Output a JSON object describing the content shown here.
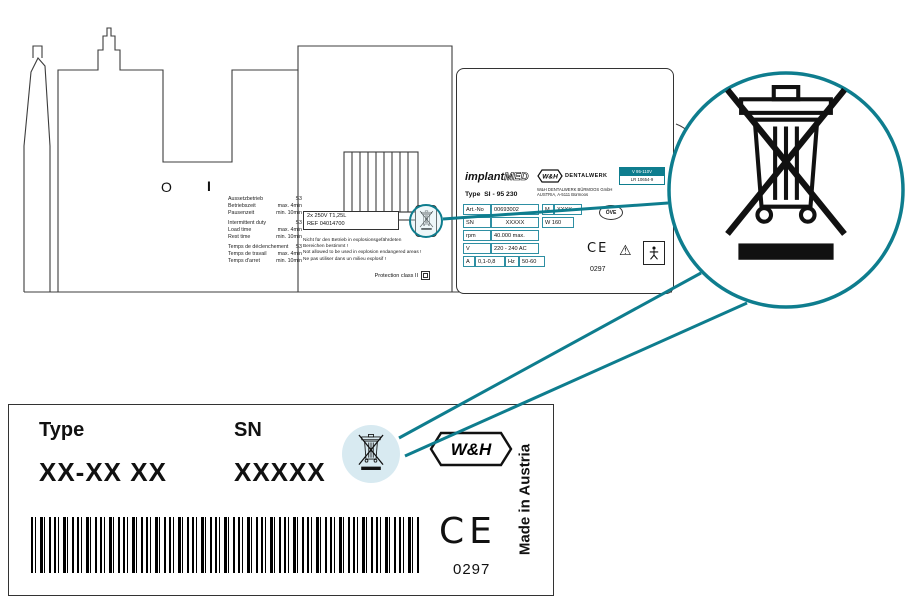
{
  "colors": {
    "teal": "#0e7d8e",
    "teal_light": "#d8eaf1",
    "line": "#3c3c3c"
  },
  "device": {
    "power_off": "O",
    "power_on": "I",
    "duty": {
      "groups": [
        {
          "rows": [
            [
              "Aussetzbetrieb",
              "S3"
            ],
            [
              "Betriebszeit",
              "max. 4min"
            ],
            [
              "Pausenzeit",
              "min. 10min"
            ]
          ]
        },
        {
          "rows": [
            [
              "Intermittent duty",
              "S3"
            ],
            [
              "Load time",
              "max. 4min"
            ],
            [
              "Rest time",
              "min. 10min"
            ]
          ]
        },
        {
          "rows": [
            [
              "Temps de déclenchement",
              "S3"
            ],
            [
              "Temps de travail",
              "max. 4min"
            ],
            [
              "Temps d'arret",
              "min. 10min"
            ]
          ]
        }
      ]
    },
    "fuse": {
      "line1": "2x  250V  T1,25L",
      "line2": "REF 04014700"
    },
    "warning": {
      "lines": [
        "Nicht für den Betrieb in explosionsgefährdeten",
        "Bereichen bestimmt !",
        "Not allowed to be used in explosion endangered areas !",
        "Ne pas utiliser dans un milieu explosif !"
      ],
      "protection": "Protection class II"
    }
  },
  "plate": {
    "brand": {
      "implant": "implant",
      "med": "MED",
      "wh": "W&H",
      "dentalwerk": "DENTALWERK"
    },
    "type_label": "Type",
    "type_value": "SI - 95 230",
    "address1": "W&H DENTALWERK BÜRMOOS GmbH",
    "address2": "AUSTRIA, A-5111 Bürmoos",
    "corner1": "V 95-110V",
    "corner2": "LR 10654-9",
    "rows": {
      "artno_label": "Art.-No",
      "artno_value": "00693002",
      "date_symbol": "M",
      "date_value": "XXXX",
      "sn_label": "SN",
      "sn_value": "XXXXX",
      "power": "W 160",
      "rpm_label": "rpm",
      "rpm_value": "40.000 max.",
      "v_label": "V",
      "v_value": "220 - 240 AC",
      "a_label": "A",
      "a_value": "0,1-0,8",
      "hz_label": "Hz",
      "hz_value": "50-60"
    },
    "ove": "ÖVE",
    "ce": "CE",
    "ce_number": "0297",
    "warning_symbol": "⚠"
  },
  "label": {
    "type_label": "Type",
    "type_value": "XX-XX XX",
    "sn_label": "SN",
    "sn_value": "XXXXX",
    "wh": "W&H",
    "ce": "CE",
    "ce_number": "0297",
    "made_in": "Made in Austria"
  }
}
